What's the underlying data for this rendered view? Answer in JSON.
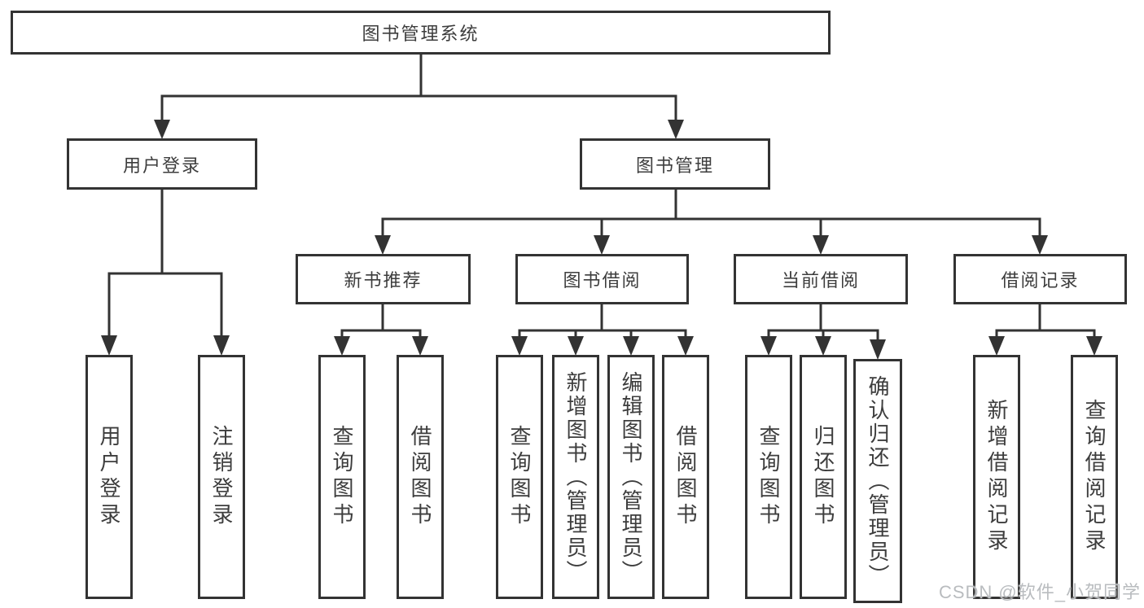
{
  "tree": {
    "label": "图书管理系统",
    "children": [
      {
        "label": "用户登录",
        "children": [
          {
            "label": "用户登录"
          },
          {
            "label": "注销登录"
          }
        ]
      },
      {
        "label": "图书管理",
        "children": [
          {
            "label": "新书推荐",
            "children": [
              {
                "label": "查询图书"
              },
              {
                "label": "借阅图书"
              }
            ]
          },
          {
            "label": "图书借阅",
            "children": [
              {
                "label": "查询图书"
              },
              {
                "label": "新增图书（管理员）"
              },
              {
                "label": "编辑图书（管理员）"
              },
              {
                "label": "借阅图书"
              }
            ]
          },
          {
            "label": "当前借阅",
            "children": [
              {
                "label": "查询图书"
              },
              {
                "label": "归还图书"
              },
              {
                "label": "确认归还（管理员）"
              }
            ]
          },
          {
            "label": "借阅记录",
            "children": [
              {
                "label": "新增借阅记录"
              },
              {
                "label": "查询借阅记录"
              }
            ]
          }
        ]
      }
    ]
  },
  "watermark": {
    "text": "CSDN @软件_小贺同学"
  },
  "colors": {
    "line": "#333333",
    "node_border": "#333333",
    "node_background": "#ffffff",
    "text": "#3d3d3d",
    "watermark": "#b9bcbf",
    "page_background": "#ffffff"
  }
}
